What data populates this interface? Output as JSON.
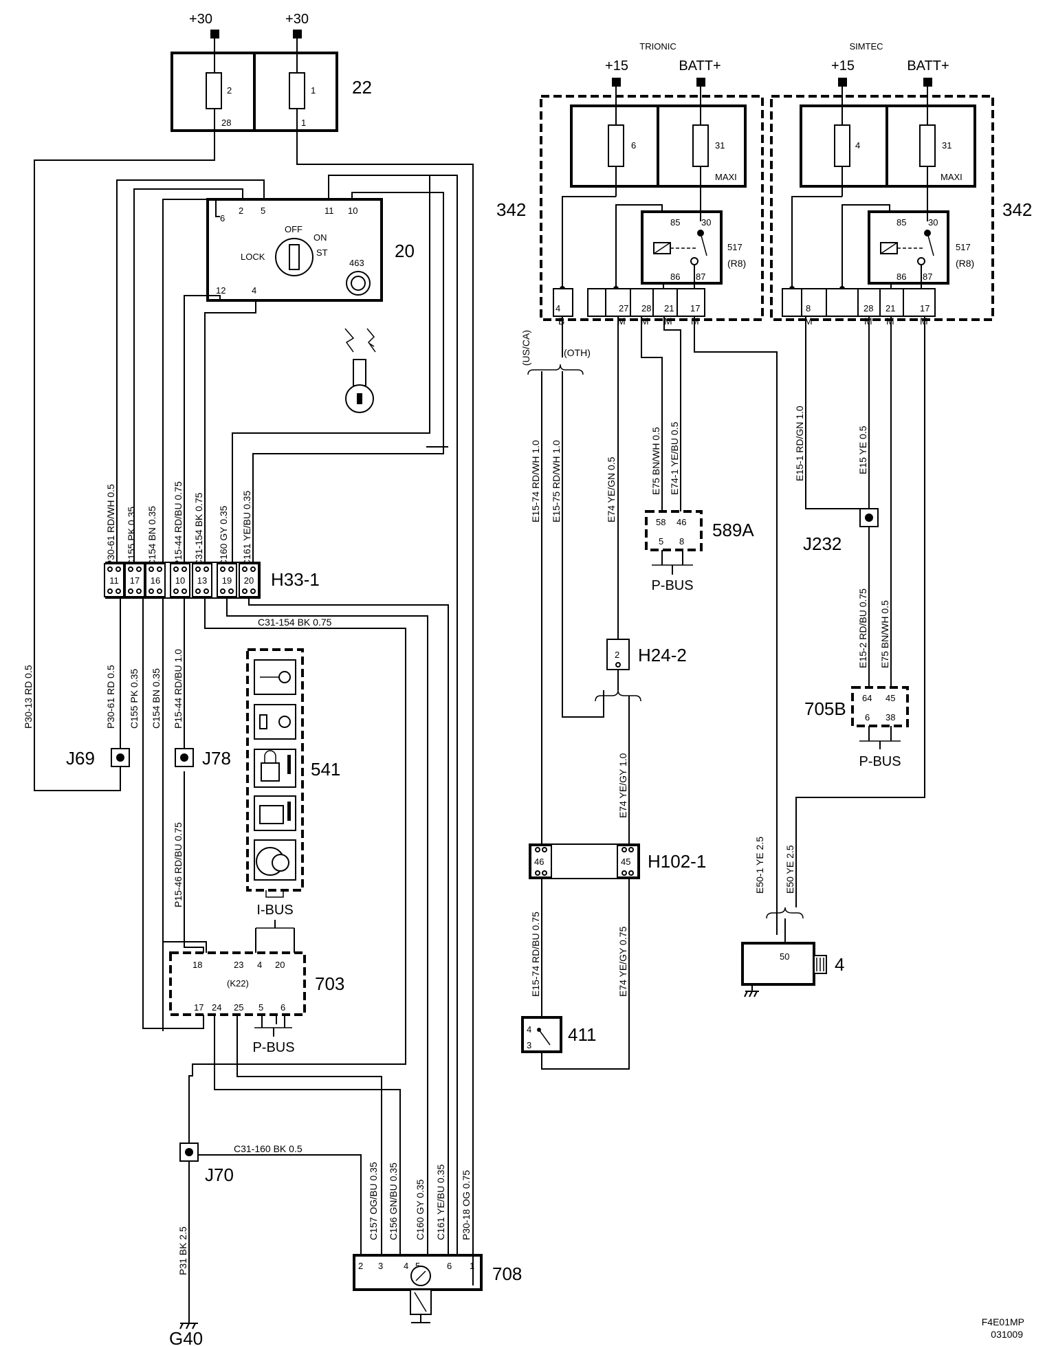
{
  "components": {
    "fuse_box_22": {
      "id": "22",
      "supplies": [
        "+30",
        "+30"
      ],
      "fuses": [
        "2",
        "1"
      ],
      "pins": [
        "28",
        "1"
      ]
    },
    "ignition_switch": {
      "id": "20",
      "pins_top": [
        "6",
        "2",
        "5",
        "11",
        "10"
      ],
      "pins_bottom": [
        "12",
        "4"
      ],
      "positions": [
        "OFF",
        "ON",
        "ST",
        "LOCK"
      ],
      "part": "463"
    },
    "connector_h33_1": {
      "id": "H33-1",
      "pins": [
        "11",
        "17",
        "16",
        "10",
        "13",
        "19",
        "20"
      ]
    },
    "splice_j69": "J69",
    "splice_j78": "J78",
    "splice_j70": "J70",
    "splice_j232": "J232",
    "unit_541": "541",
    "unit_703": {
      "id": "703",
      "sub": "(K22)",
      "pins_top": [
        "18",
        "23",
        "4",
        "20"
      ],
      "pins_bottom": [
        "17",
        "24",
        "25",
        "5",
        "6"
      ]
    },
    "unit_708": {
      "id": "708",
      "pins": [
        "2",
        "3",
        "4",
        "5",
        "6",
        "1"
      ]
    },
    "ground_g40": "G40",
    "trionic": {
      "title": "TRIONIC",
      "feeds": [
        "+15",
        "BATT+"
      ],
      "fuse_a": "6",
      "fuse_b": "31",
      "maxi": "MAXI",
      "box_id": "342",
      "relay": "517",
      "relay_sub": "(R8)",
      "relay_pins": [
        "85",
        "30",
        "86",
        "87"
      ],
      "bottom_pins": [
        "4",
        "27",
        "28",
        "21",
        "17"
      ],
      "bottom_codes": [
        "B",
        "M",
        "M",
        "M",
        "M"
      ]
    },
    "simtec": {
      "title": "SIMTEC",
      "feeds": [
        "+15",
        "BATT+"
      ],
      "fuse_a": "4",
      "fuse_b": "31",
      "maxi": "MAXI",
      "box_id": "342",
      "relay": "517",
      "relay_sub": "(R8)",
      "relay_pins": [
        "85",
        "30",
        "86",
        "87"
      ],
      "bottom_pins": [
        "8",
        "28",
        "21",
        "17"
      ],
      "bottom_codes": [
        "M",
        "M",
        "M",
        "M"
      ]
    },
    "unit_589a": {
      "id": "589A",
      "pins_top": [
        "58",
        "46"
      ],
      "pins_bottom": [
        "5",
        "8"
      ]
    },
    "connector_h24_2": {
      "id": "H24-2",
      "pin": "2"
    },
    "connector_h102_1": {
      "id": "H102-1",
      "pins": [
        "46",
        "45"
      ]
    },
    "unit_411": {
      "id": "411",
      "pins": [
        "4",
        "3"
      ]
    },
    "unit_705b": {
      "id": "705B",
      "pins_top": [
        "64",
        "45"
      ],
      "pins_bottom": [
        "6",
        "38"
      ]
    },
    "unit_4": {
      "id": "4",
      "pin": "50"
    },
    "markets": {
      "us_ca": "(US/CA)",
      "oth": "(OTH)"
    },
    "buses": {
      "p_bus": "P-BUS",
      "i_bus": "I-BUS"
    }
  },
  "wires": {
    "vert_left": [
      "P30-61  RD/WH  0.5",
      "C155  PK  0.35",
      "C154  BN  0.35",
      "P15-44  RD/BU  0.75",
      "C31-154  BK  0.75",
      "C160  GY  0.35",
      "C161  YE/BU  0.35"
    ],
    "vert_lower": [
      "P30-13  RD  0.5",
      "P30-61  RD  0.5",
      "C155  PK  0.35",
      "C154  BN  0.35",
      "P15-44  RD/BU  1.0",
      "P15-46  RD/BU  0.75"
    ],
    "horiz_c31_154": "C31-154  BK  0.75",
    "horiz_c31_160": "C31-160  BK  0.5",
    "vert_708": [
      "C157  OG/BU  0.35",
      "C156  GN/BU  0.35",
      "C160  GY  0.35",
      "C161  YE/BU  0.35",
      "P30-18  OG  0.75"
    ],
    "p31": "P31  BK  2.5",
    "right_vert": [
      "E15-74  RD/WH  1.0",
      "E15-75  RD/WH  1.0",
      "E74  YE/GN  0.5",
      "E75  BN/WH  0.5",
      "E74-1  YE/BU  0.5",
      "E74  YE/GY  1.0",
      "E15-74  RD/BU  0.75",
      "E74  YE/GY  0.75",
      "E15-1  RD/GN  1.0",
      "E15  YE  0.5",
      "E15-2  RD/BU  0.75",
      "E75  BN/WH  0.5",
      "E50-1  YE  2.5",
      "E50  YE  2.5"
    ]
  },
  "footer": {
    "code": "F4E01MP",
    "date": "031009"
  }
}
